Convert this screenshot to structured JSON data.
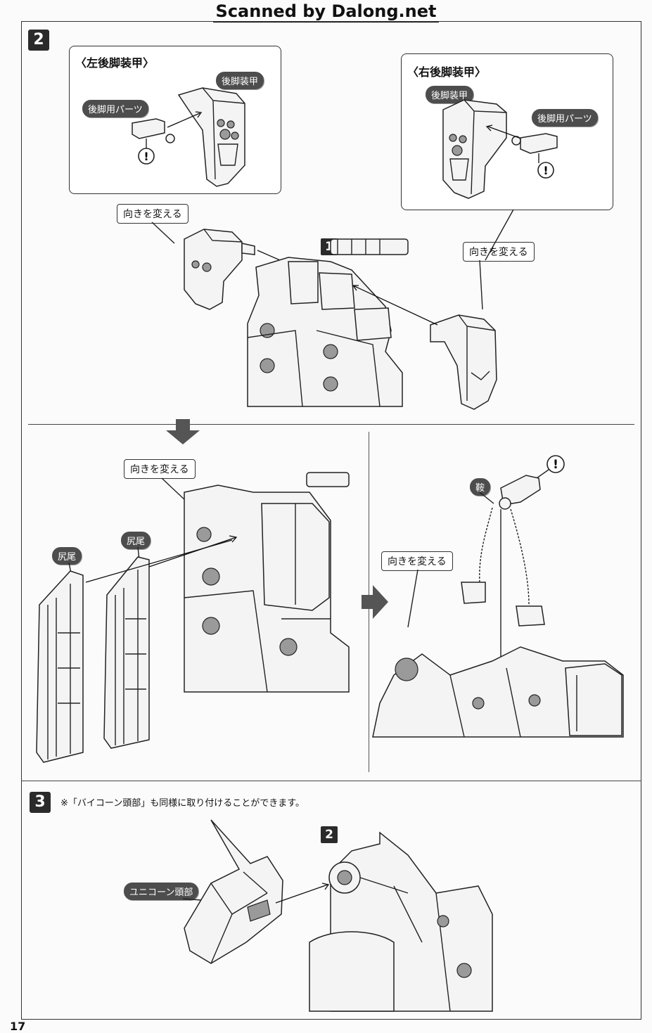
{
  "header": {
    "scan_credit": "Scanned by Dalong.net"
  },
  "step2": {
    "number": "2",
    "left_inset": {
      "title": "〈左後脚装甲〉",
      "label_armor": "後脚装甲",
      "label_parts": "後脚用パーツ",
      "caution": "!"
    },
    "right_inset": {
      "title": "〈右後脚装甲〉",
      "label_armor": "後脚装甲",
      "label_parts": "後脚用パーツ",
      "caution": "!"
    },
    "callout_left": "向きを変える",
    "callout_right": "向きを変える",
    "ref_number": "1",
    "callout_lower_left": "向きを変える",
    "label_tail_1": "尻尾",
    "label_tail_2": "尻尾",
    "label_saddle": "鞍",
    "callout_lower_right": "向きを変える",
    "caution_saddle": "!"
  },
  "step3": {
    "number": "3",
    "note": "※「バイコーン頭部」も同様に取り付けることができます。",
    "ref_number": "2",
    "label_head": "ユニコーン頭部"
  },
  "page_number": "17",
  "colors": {
    "label_fill": "#4d4d4d",
    "step_fill": "#2b2b2b",
    "line": "#333333"
  }
}
